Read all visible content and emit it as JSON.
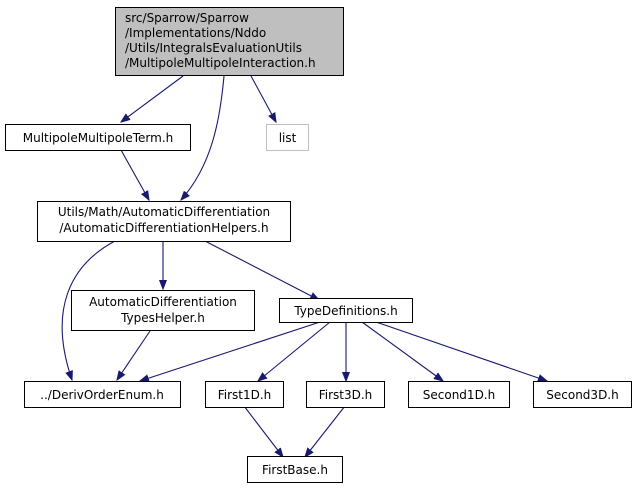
{
  "nodes": {
    "root": [
      "src/Sparrow/Sparrow",
      "/Implementations/Nddo",
      "/Utils/IntegralsEvaluationUtils",
      "/MultipoleMultipoleInteraction.h"
    ],
    "mmterm": [
      "MultipoleMultipoleTerm.h"
    ],
    "list": [
      "list"
    ],
    "autodiff": [
      "Utils/Math/AutomaticDifferentiation",
      "/AutomaticDifferentiationHelpers.h"
    ],
    "typeshelper": [
      "AutomaticDifferentiation",
      "TypesHelper.h"
    ],
    "typedefs": [
      "TypeDefinitions.h"
    ],
    "derivorder": [
      "../DerivOrderEnum.h"
    ],
    "first1d": [
      "First1D.h"
    ],
    "first3d": [
      "First3D.h"
    ],
    "second1d": [
      "Second1D.h"
    ],
    "second3d": [
      "Second3D.h"
    ],
    "firstbase": [
      "FirstBase.h"
    ]
  },
  "colors": {
    "root_fill": "#bfbfbf",
    "node_fill": "#ffffff",
    "node_border": "#000000",
    "external_border": "#bfbfbf",
    "edge": "#191970",
    "text": "#000000"
  }
}
